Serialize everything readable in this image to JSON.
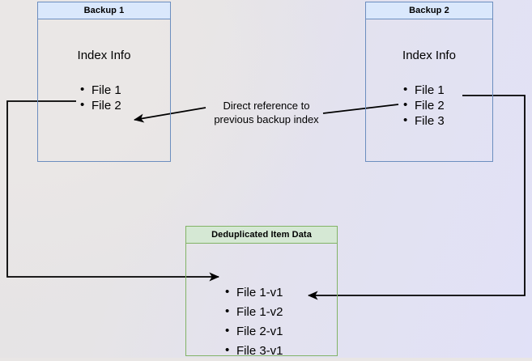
{
  "diagram": {
    "title_hidden": "",
    "nodes": [
      {
        "id": "backup1",
        "header": "Backup 1",
        "body_label": "Index Info",
        "items": [
          "File 1",
          "File 2"
        ],
        "border_color": "#6c8ebf",
        "header_fill": "#dae8fc"
      },
      {
        "id": "backup2",
        "header": "Backup 2",
        "body_label": "Index Info",
        "items": [
          "File 1",
          "File 2",
          "File 3"
        ],
        "border_color": "#6c8ebf",
        "header_fill": "#dae8fc"
      },
      {
        "id": "dedup",
        "header": "Deduplicated Item Data",
        "body_label": "",
        "items": [
          "File 1-v1",
          "File 1-v2",
          "File 2-v1",
          "File 3-v1"
        ],
        "border_color": "#82b366",
        "header_fill": "#d5e8d4"
      }
    ],
    "edges": [
      {
        "id": "direct-reference",
        "label": "Direct reference to\nprevious backup index",
        "from": "backup2-file2",
        "to": "backup1-file2"
      },
      {
        "id": "backup1-to-dedup",
        "label": "",
        "from": "backup1-file1",
        "to": "dedup-file1v1"
      },
      {
        "id": "backup2-to-dedup",
        "label": "",
        "from": "backup2-file1",
        "to": "dedup-file1v2"
      }
    ],
    "line_color": "#000000",
    "background_colors": [
      "#e9e6e5",
      "#e1e1f7"
    ]
  }
}
